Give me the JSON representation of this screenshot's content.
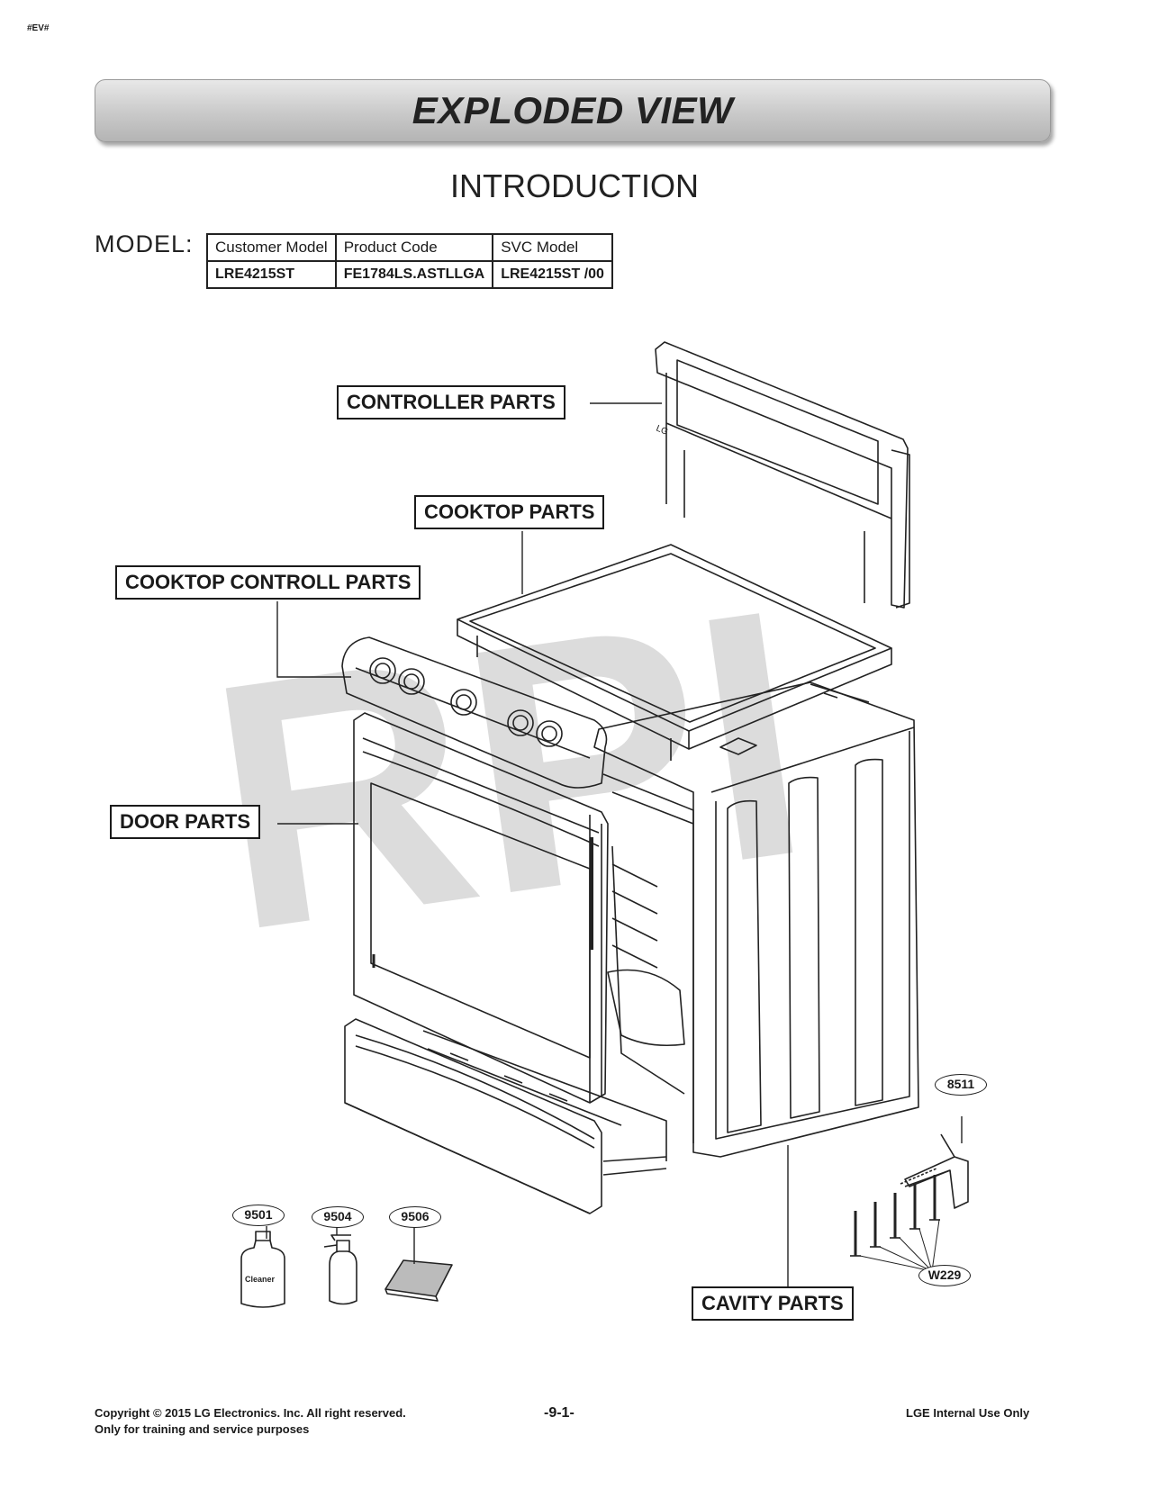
{
  "page_tag": "#EV#",
  "banner_title": "EXPLODED VIEW",
  "section_title": "INTRODUCTION",
  "model_label": "MODEL:",
  "model_table": {
    "headers": [
      "Customer Model",
      "Product Code",
      "SVC Model"
    ],
    "values": [
      "LRE4215ST",
      "FE1784LS.ASTLLGA",
      "LRE4215ST /00"
    ]
  },
  "part_groups": {
    "controller": "CONTROLLER PARTS",
    "cooktop": "COOKTOP PARTS",
    "cooktop_control": "COOKTOP CONTROLL PARTS",
    "door": "DOOR PARTS",
    "cavity": "CAVITY PARTS"
  },
  "callouts": {
    "c8511": "8511",
    "c9501": "9501",
    "c9504": "9504",
    "c9506": "9506",
    "cw229": "W229"
  },
  "cleaner_text": "Cleaner",
  "logo_text": "LG",
  "watermark": "RPI",
  "footer": {
    "copyright": "Copyright © 2015 LG Electronics. Inc. All right reserved.",
    "training": "Only for training and service purposes",
    "page_number": "-9-1-",
    "internal": "LGE Internal Use Only"
  }
}
